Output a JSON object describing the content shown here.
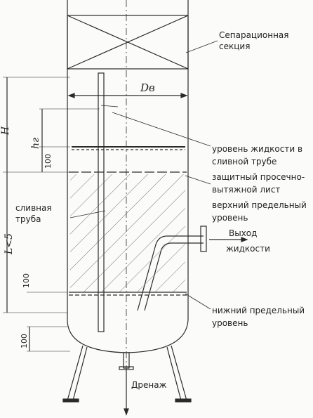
{
  "labels": {
    "separation_1": "Сепарационная",
    "separation_2": "секция",
    "diameter": "Dв",
    "H": "H",
    "hr": "hг",
    "L": "L<5",
    "dim_100_a": "100",
    "dim_100_b": "100",
    "dim_100_c": "100",
    "drain_pipe_1": "сливная",
    "drain_pipe_2": "труба",
    "level_in_pipe_1": "уровень жидкости в",
    "level_in_pipe_2": "сливной трубе",
    "shield_1": "защитный просечно-",
    "shield_2": "вытяжной лист",
    "upper_1": "верхний предельный",
    "upper_2": "уровень",
    "outlet_1": "Выход",
    "outlet_2": "жидкости",
    "lower_1": "нижний предельный",
    "lower_2": "уровень",
    "drain": "Дренаж"
  },
  "colors": {
    "ink": "#2a2a2a",
    "paper": "#fbfbf9"
  }
}
